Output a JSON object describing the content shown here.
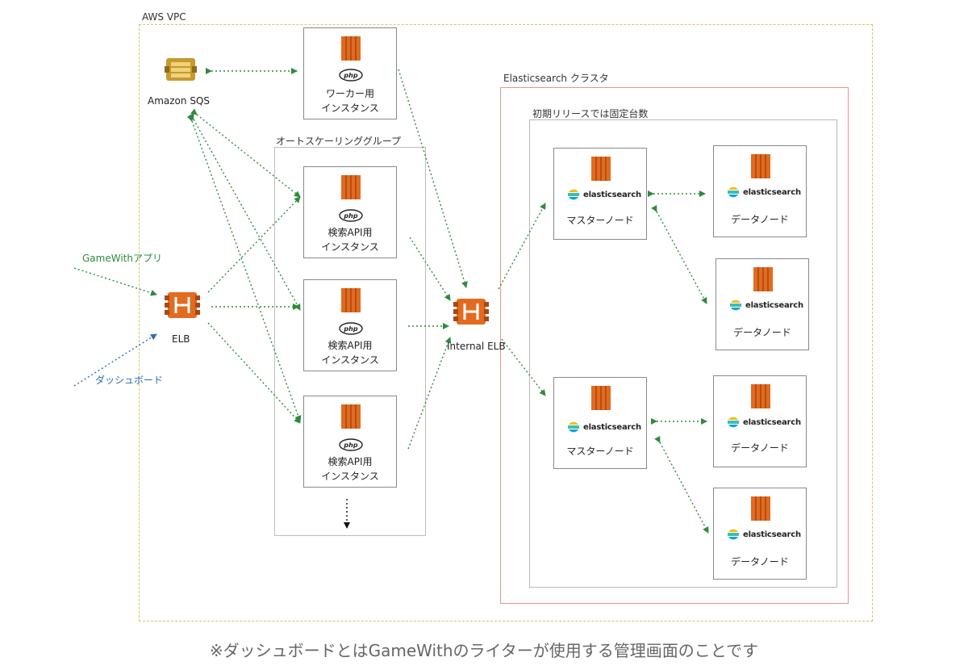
{
  "regions": {
    "vpc": "AWS VPC",
    "autoscaling": "オートスケーリンググループ",
    "es_cluster": "Elasticsearch クラスタ",
    "fixed_count": "初期リリースでは固定台数"
  },
  "services": {
    "sqs": "Amazon SQS",
    "elb": "ELB",
    "internal_elb": "Internal ELB"
  },
  "worker": {
    "line1": "ワーカー用",
    "line2": "インスタンス"
  },
  "search_api": {
    "line1": "検索API用",
    "line2": "インスタンス"
  },
  "es": {
    "logo": "elasticsearch",
    "master": "マスターノード",
    "data": "データノード"
  },
  "php_label": "php",
  "external": {
    "app": "GameWithアプリ",
    "dashboard": "ダッシュボード"
  },
  "footnote": "※ダッシュボードとはGameWithのライターが使用する管理画面のことです",
  "colors": {
    "aws_orange": "#e26b1f",
    "arrow_green": "#2e8b3e",
    "arrow_blue": "#2f6db5",
    "vpc_border": "#d8c46a",
    "cluster_border": "#e8948c"
  }
}
